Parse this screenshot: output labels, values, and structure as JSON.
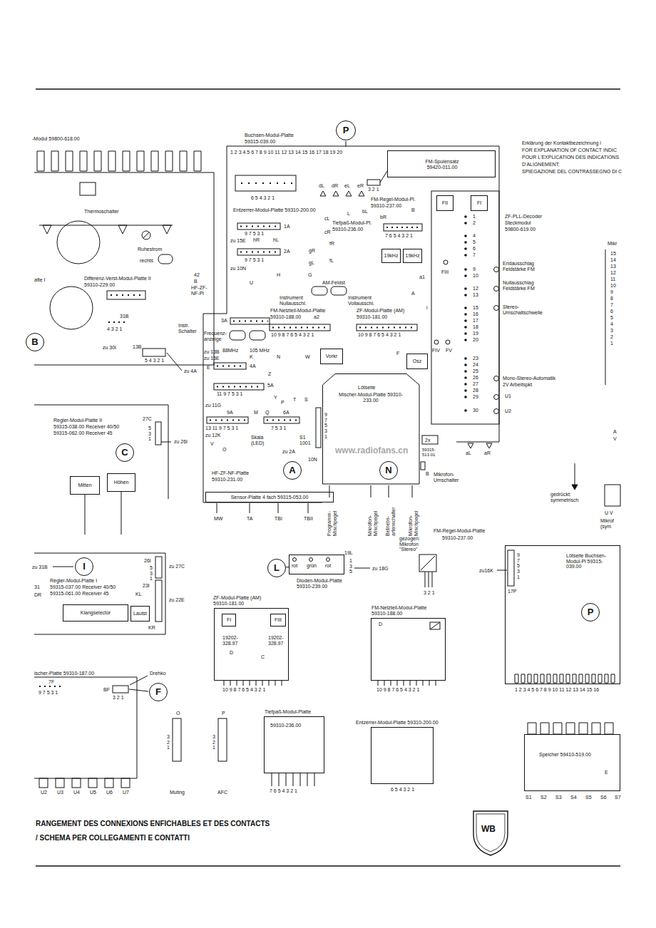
{
  "diagram": {
    "nodes": [
      {
        "text": [
          "P"
        ]
      },
      {
        "text": [
          "FM-Spulensatz 59420-011.00"
        ]
      },
      {
        "text": [
          "FII"
        ]
      },
      {
        "text": [
          "FI"
        ]
      },
      {
        "text": [
          "19kHz"
        ]
      },
      {
        "text": [
          "19kHz"
        ]
      },
      {
        "text": [
          "Vorkr"
        ]
      },
      {
        "text": [
          "Osz"
        ]
      },
      {
        "text": [
          "A"
        ]
      },
      {
        "text": [
          "Lötseite",
          "Mischer-Modul-Platte 59310-233.00"
        ]
      },
      {
        "text": [
          "N"
        ],
        "in": 9
      },
      {
        "text": [
          "Sensor-Platte 4 fach 59315-053.00"
        ]
      },
      {
        "text": [
          "B"
        ]
      },
      {
        "text": [
          "C"
        ]
      },
      {
        "text": [
          "Mitten"
        ]
      },
      {
        "text": [
          "Höhen"
        ]
      },
      {
        "text": [
          "I"
        ]
      },
      {
        "text": [
          "Klangselector"
        ]
      },
      {
        "text": [
          "Lautst"
        ]
      },
      {
        "text": [
          "F"
        ]
      },
      {
        "text": [
          "L"
        ]
      },
      {
        "text": [
          "rot",
          "grün",
          "rot",
          "Dioden-Modul-Platte 59310-239.00"
        ]
      },
      {
        "text": [
          "ZF-Modul-Platte (AM) 59310-181.00"
        ]
      },
      {
        "text": [
          "FI"
        ],
        "in": 22
      },
      {
        "text": [
          "FIII"
        ],
        "in": 22
      },
      {
        "text": [
          "FM-Netzteil-Modul-Platte 59310-188.00"
        ]
      },
      {
        "text": [
          "Tiefpaß-Modul-Platte",
          "59310-236.00"
        ]
      },
      {
        "text": [
          "Entzerrer-Modul-Platte 59310-200.00"
        ]
      },
      {
        "text": [
          "Lötseite Buchsen-Modul-Pl 59315-039.00"
        ]
      },
      {
        "text": [
          "P"
        ],
        "in": 28
      },
      {
        "text": [
          "Speicher 59410-519.00"
        ]
      }
    ],
    "edges": [
      {
        "from": 20,
        "to": 21,
        "arrow": "none"
      }
    ],
    "labels": [
      "-Modul 59800-618.00",
      "Thermoschalter",
      "Ruhestrom",
      "rechts",
      "atte I",
      "Differenz-Verst-Modul-Platte II",
      "59310-229.00",
      "42",
      "B",
      "HF-ZF-NF-Pl",
      "31B",
      "4 3 2 1",
      "zu 30I",
      "13B",
      "5 4 3 2 1",
      "zu 4A",
      "Instr. Schalter",
      "Buchsen-Modul-Platte",
      "59315-039.00",
      "1 2 3 4 5 6 7 8 9 10 11 12 13 14 15 16 17 18 19 20",
      "Erklärung der Kontaktbezeichnung i",
      "FOR EXPLANATION OF CONTACT INDIC",
      "POUR L'EXPLICATION DES INDICATIONS",
      "D'ALIGNEMENT:",
      "SPIEGAZIONE DEL CONTRASSEGNO DI C",
      "dL",
      "dR",
      "eL",
      "eR",
      "3 2 1",
      "6 5 4 3 2 1",
      "Entzerrer-Modul-Platte 59310-200.00",
      "FM-Regel-Modul-Pl.",
      "59310-237.00",
      "B",
      "L",
      "bL",
      "bR",
      "cL",
      "Tiefpaß-Modul-Pl.",
      "59310-236.00",
      "cR",
      "7 6 5 4 3 2 1",
      "1A",
      "9 7 5 3 1",
      "zu 15E",
      "hR",
      "hL",
      "2A",
      "9 7 5 3 1",
      "zu 10N",
      "fR",
      "gR",
      "gL",
      "fL",
      "FIII",
      "a1",
      "H",
      "G",
      "U",
      "AM-Feldst",
      "Instrument Nullausschl.",
      "Instrument Vollausschl.",
      "A",
      "i",
      "FM-Netzteil-Modul-Platte",
      "59310-188.00",
      "a2",
      "ZF-Modul-Platte (AM)",
      "59310-181.00",
      "3A",
      "10 9 8 7 6 5 4 3 2 1",
      "10 9 8 7 6 5 4 3 2 1",
      "Frequenz-anzeige",
      "88MHz",
      "105 MHz",
      "F",
      "FIV",
      "FV",
      "zu 13B",
      "zu 15E",
      "K",
      "N",
      "W",
      "E",
      "4A",
      "Z",
      "5A",
      "11 9 7 5 3 1",
      "Y",
      "P",
      "T",
      "S",
      "zu 11G",
      "9A",
      "M",
      "Q",
      "6A",
      "13 11 9 7 5 3 1",
      "7 5 3 1",
      "zu 12K",
      "V",
      "O",
      "Skala (LED)",
      "S1 1001",
      "zu 2A",
      "10N",
      "HF-ZF-NF-Platte",
      "59310-231.00",
      "MW",
      "TA",
      "TBI",
      "TBII",
      "9 7 5 3 1",
      "2x",
      "59315-513.01",
      "aL",
      "aR",
      "B",
      "Mikrofon-Umschalter",
      "Programm-Mischpegel",
      "Mikrofon-Mischpegel",
      "Betriebs-artenschalter",
      "Mikrofon-Mischpegel",
      "ZF-PLL-Decoder",
      "Steckmodul",
      "59800-619.00",
      "1",
      "2",
      "4",
      "5",
      "6",
      "7",
      "9",
      "10",
      "12",
      "13",
      "15",
      "16",
      "17",
      "18",
      "19",
      "20",
      "23",
      "24",
      "25",
      "26",
      "27",
      "28",
      "29",
      "30",
      "Endausschlag Feldstärke FM",
      "Nullausschlag Feldstärke FM",
      "Stereo-Umschaltschwelle",
      "Mono-Stereo-Automatik",
      "2V Arbeitspkt",
      "U1",
      "U2",
      "Mikr",
      "15",
      "14",
      "13",
      "12",
      "11",
      "10",
      "9",
      "8",
      "7",
      "6",
      "5",
      "4",
      "3",
      "2",
      "1",
      "A",
      "V",
      "gedrückt: symmetrisch",
      "U V",
      "Mikrof (sym",
      "Regler-Modul-Platte II",
      "59315-038.00 Receiver 40/50",
      "59315-062.00 Receiver 45",
      "27C",
      "5 3 1",
      "zu 26I",
      "zu 31B",
      "Regler-Modul-Platte I",
      "59315-037.00 Receiver 40/50",
      "59315-061.00 Receiver 45",
      "31",
      "DR",
      "26I",
      "5 3 1",
      "zu 27C",
      "23I",
      "KL",
      "zu 22E",
      "KR",
      "ischer-Platte 59310-187.00",
      "7F",
      "9 7 5 3 1",
      "Drehko",
      "BF",
      "3 2 1",
      "U2",
      "U3",
      "U4",
      "U5",
      "U6",
      "U7",
      "O",
      "3 2 1",
      "Muting",
      "P",
      "3 2 1",
      "AFC",
      "7 6 5 4 3 2 1",
      "6 5 4 3 2 1",
      "19202-328.97",
      "D",
      "19202-328.97",
      "C",
      "10 9 8 7 6 5 4 3 2 1",
      "19L",
      "1 3 5",
      "zu 18G",
      "gezogen: Mikrofon \"Stereo\"",
      "FM-Regel-Modul-Platte",
      "59310-237.00",
      "3 2 1",
      "D",
      "10 9 8 7 6 5 4 3 2 1",
      "zu16K",
      "9 7 5 3 1",
      "17P",
      "1 2 3 4 5 6 7 8 9 10 11 12 13 14 15 16",
      "E",
      "S1",
      "S2",
      "S3",
      "S4",
      "S5",
      "S6",
      "S7",
      "RANGEMENT DES CONNEXIONS ENFICHABLES ET DES CONTACTS",
      "/ SCHEMA PER COLLEGAMENTI E CONTATTI",
      "WB",
      "www.radiofans.cn"
    ]
  }
}
